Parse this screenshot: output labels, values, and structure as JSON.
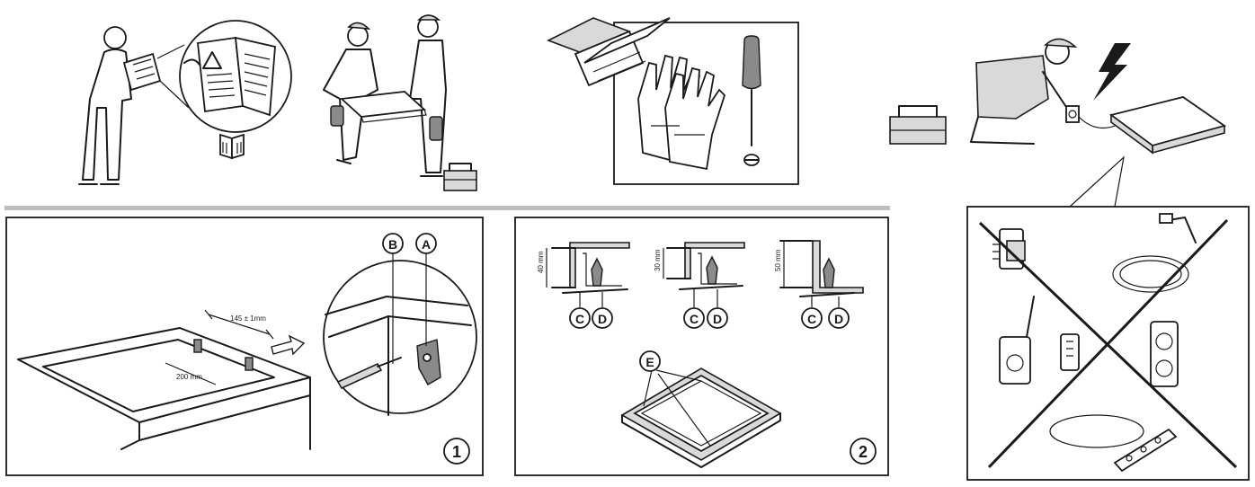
{
  "panel1": {
    "dim_gap": "145 ± 1mm",
    "dim_width": "200 mm",
    "label_a": "A",
    "label_b": "B",
    "step": "1"
  },
  "panel2": {
    "dim_40": "40 mm",
    "dim_30": "30 mm",
    "dim_50": "50 mm",
    "label_c": "C",
    "label_d": "D",
    "label_e": "E",
    "step": "2"
  },
  "colors": {
    "line": "#1a1a1a",
    "divider": "#bdbdbd",
    "shade": "#d9d9d9"
  },
  "icons": [
    "manual-icon",
    "warning-triangle-icon",
    "toolbox-icon",
    "gloves-icon",
    "screwdriver-icon",
    "lightning-icon",
    "socket-icon",
    "extension-cord-icon",
    "power-strip-icon",
    "timer-plug-icon"
  ]
}
